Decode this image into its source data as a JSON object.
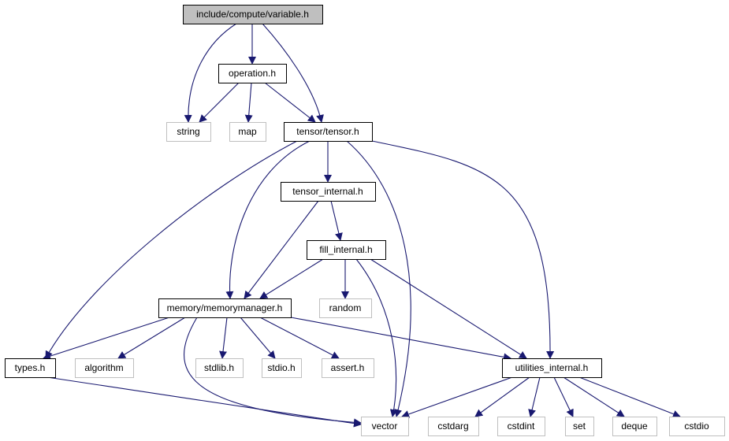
{
  "diagram": {
    "root": "variable",
    "colors": {
      "edge": "#191970",
      "root_fill": "#bfbfbf",
      "external_border": "#bfbfbf",
      "node_border": "#000000"
    },
    "nodes": [
      {
        "id": "variable",
        "label": "include/compute/variable.h",
        "kind": "root"
      },
      {
        "id": "operation",
        "label": "operation.h",
        "kind": "header"
      },
      {
        "id": "string",
        "label": "string",
        "kind": "external"
      },
      {
        "id": "map",
        "label": "map",
        "kind": "external"
      },
      {
        "id": "tensor",
        "label": "tensor/tensor.h",
        "kind": "header"
      },
      {
        "id": "tensor_internal",
        "label": "tensor_internal.h",
        "kind": "header"
      },
      {
        "id": "fill_internal",
        "label": "fill_internal.h",
        "kind": "header"
      },
      {
        "id": "random",
        "label": "random",
        "kind": "external"
      },
      {
        "id": "memorymanager",
        "label": "memory/memorymanager.h",
        "kind": "header"
      },
      {
        "id": "types",
        "label": "types.h",
        "kind": "header"
      },
      {
        "id": "algorithm",
        "label": "algorithm",
        "kind": "external"
      },
      {
        "id": "stdlib",
        "label": "stdlib.h",
        "kind": "external"
      },
      {
        "id": "stdio",
        "label": "stdio.h",
        "kind": "external"
      },
      {
        "id": "assert",
        "label": "assert.h",
        "kind": "external"
      },
      {
        "id": "utilities_internal",
        "label": "utilities_internal.h",
        "kind": "header"
      },
      {
        "id": "vector",
        "label": "vector",
        "kind": "external"
      },
      {
        "id": "cstdarg",
        "label": "cstdarg",
        "kind": "external"
      },
      {
        "id": "cstdint",
        "label": "cstdint",
        "kind": "external"
      },
      {
        "id": "set",
        "label": "set",
        "kind": "external"
      },
      {
        "id": "deque",
        "label": "deque",
        "kind": "external"
      },
      {
        "id": "cstdio",
        "label": "cstdio",
        "kind": "external"
      }
    ],
    "edges": [
      [
        "variable",
        "string"
      ],
      [
        "variable",
        "operation"
      ],
      [
        "variable",
        "tensor"
      ],
      [
        "operation",
        "string"
      ],
      [
        "operation",
        "map"
      ],
      [
        "operation",
        "tensor"
      ],
      [
        "tensor",
        "tensor_internal"
      ],
      [
        "tensor",
        "types"
      ],
      [
        "tensor",
        "memorymanager"
      ],
      [
        "tensor",
        "vector"
      ],
      [
        "tensor",
        "utilities_internal"
      ],
      [
        "tensor_internal",
        "memorymanager"
      ],
      [
        "tensor_internal",
        "fill_internal"
      ],
      [
        "fill_internal",
        "memorymanager"
      ],
      [
        "fill_internal",
        "random"
      ],
      [
        "fill_internal",
        "vector"
      ],
      [
        "fill_internal",
        "utilities_internal"
      ],
      [
        "memorymanager",
        "types"
      ],
      [
        "memorymanager",
        "algorithm"
      ],
      [
        "memorymanager",
        "stdlib"
      ],
      [
        "memorymanager",
        "stdio"
      ],
      [
        "memorymanager",
        "assert"
      ],
      [
        "memorymanager",
        "vector"
      ],
      [
        "memorymanager",
        "utilities_internal"
      ],
      [
        "types",
        "vector"
      ],
      [
        "utilities_internal",
        "vector"
      ],
      [
        "utilities_internal",
        "cstdarg"
      ],
      [
        "utilities_internal",
        "cstdint"
      ],
      [
        "utilities_internal",
        "set"
      ],
      [
        "utilities_internal",
        "deque"
      ],
      [
        "utilities_internal",
        "cstdio"
      ]
    ]
  }
}
